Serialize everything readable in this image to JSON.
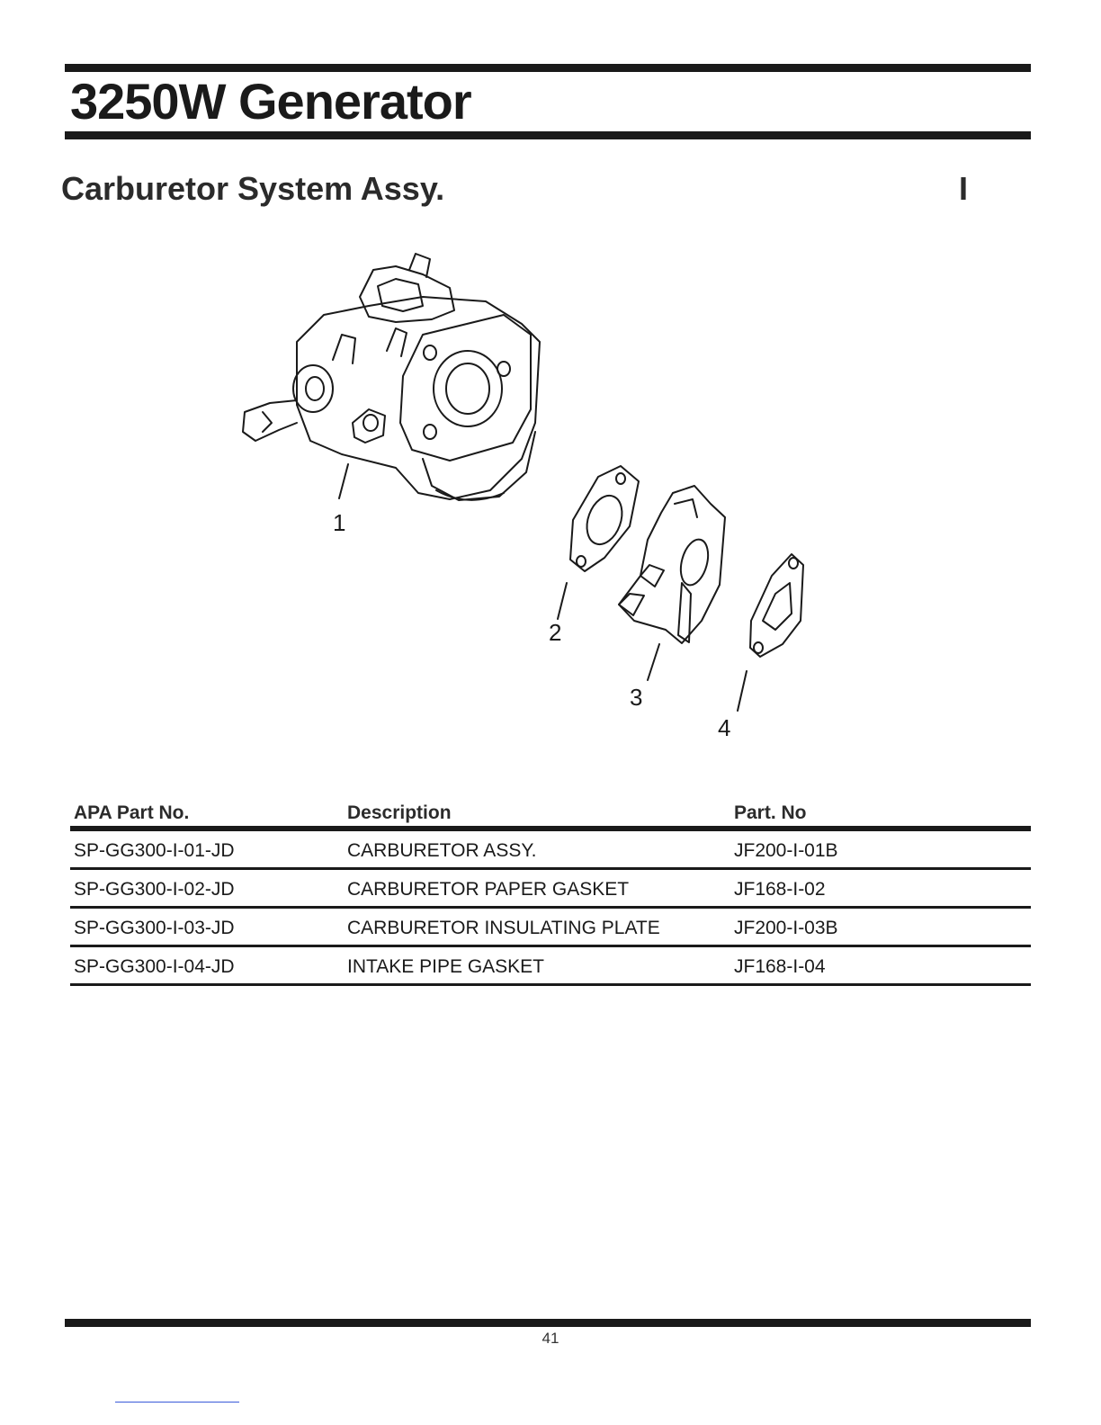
{
  "header": {
    "title": "3250W Generator"
  },
  "section": {
    "title": "Carburetor System Assy.",
    "code": "I"
  },
  "diagram": {
    "callouts": [
      "1",
      "2",
      "3",
      "4"
    ]
  },
  "table": {
    "headers": [
      "APA Part No.",
      "Description",
      "Part. No"
    ],
    "rows": [
      [
        "SP-GG300-I-01-JD",
        "CARBURETOR ASSY.",
        "JF200-I-01B"
      ],
      [
        "SP-GG300-I-02-JD",
        "CARBURETOR PAPER GASKET",
        "JF168-I-02"
      ],
      [
        "SP-GG300-I-03-JD",
        "CARBURETOR INSULATING PLATE",
        "JF200-I-03B"
      ],
      [
        "SP-GG300-I-04-JD",
        "INTAKE PIPE GASKET",
        "JF168-I-04"
      ]
    ]
  },
  "footer": {
    "page_number": "41"
  }
}
